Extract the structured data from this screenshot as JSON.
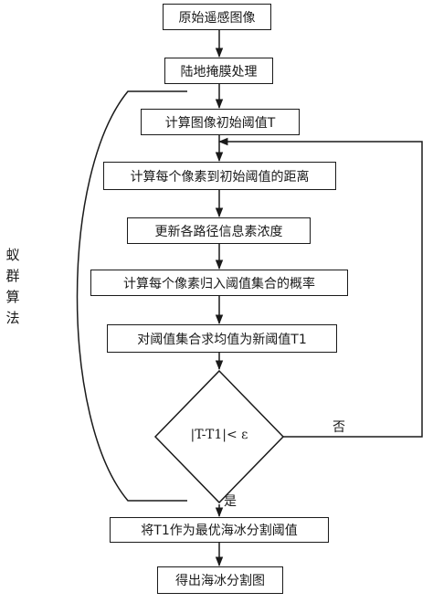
{
  "steps": {
    "s1": "原始遥感图像",
    "s2": "陆地掩膜处理",
    "s3": "计算图像初始阈值T",
    "s4": "计算每个像素到初始阈值的距离",
    "s5": "更新各路径信息素浓度",
    "s6": "计算每个像素归入阈值集合的概率",
    "s7": "对阈值集合求均值为新阈值T1",
    "s8": "将T1作为最优海冰分割阈值",
    "s9": "得出海冰分割图"
  },
  "decision": {
    "condition": "|T-T1|< ε"
  },
  "branches": {
    "yes": "是",
    "no": "否"
  },
  "group_label": "蚁群算法",
  "colors": {
    "stroke": "#1a1a1a",
    "background": "#ffffff"
  }
}
